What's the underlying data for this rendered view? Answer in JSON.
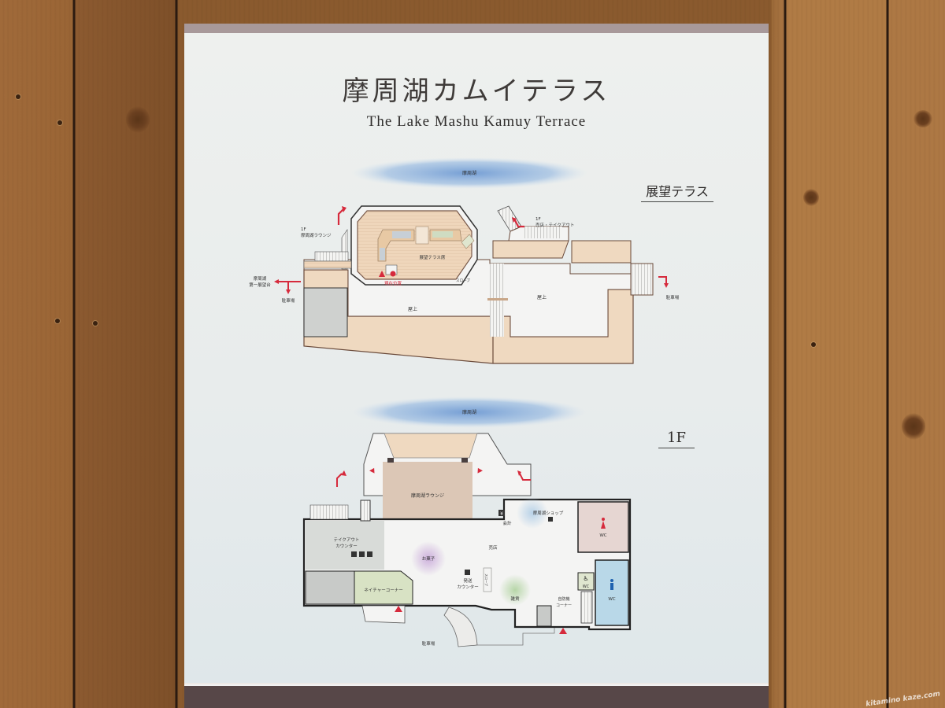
{
  "sign": {
    "title_jp": "摩周湖カムイテラス",
    "title_en": "The Lake Mashu Kamuy Terrace"
  },
  "terrace_floor": {
    "floor_label": "展望テラス",
    "lake_label": "摩周湖",
    "seating_label": "展望テラス席",
    "you_are_here": "現在位置",
    "slope": "スロープ",
    "rooftop_left": "屋上",
    "rooftop_right": "屋上",
    "exit_1f_lounge": {
      "floor": "1F",
      "name": "摩周湖ラウンジ"
    },
    "exit_1f_shop": {
      "floor": "1F",
      "name": "売店・テイクアウト"
    },
    "exit_observatory": {
      "line1": "摩周湖",
      "line2": "第一展望台"
    },
    "exit_parking_left": "駐車場",
    "exit_parking_right": "駐車場"
  },
  "first_floor": {
    "floor_label": "1F",
    "lake_label": "摩周湖",
    "lounge": "摩周湖ラウンジ",
    "shop": "摩周湖ショップ",
    "cashier": "会計",
    "store": "売店",
    "sweets": "お菓子",
    "shipping": {
      "line1": "発送",
      "line2": "カウンター"
    },
    "goods": "雑貨",
    "takeout": {
      "line1": "テイクアウト",
      "line2": "カウンター"
    },
    "nature_corner": "ネイチャーコーナー",
    "disaster_corner": {
      "line1": "自防機",
      "line2": "コーナー"
    },
    "slope": "スロープ",
    "wc_women": "WC",
    "wc_men": "WC",
    "wc_accessible": "WC",
    "parking": "駐車場",
    "yen_symbol": "¥"
  },
  "colors": {
    "floor_wood": "#efd9c0",
    "lounge": "#dcc7b6",
    "wall": "#2a2a2a",
    "outline": "#7a5a4a",
    "lake": "#7aa6d8",
    "marker_red": "#d62a3c",
    "wc_women_bg": "#e6d6d2",
    "wc_men_bg": "#b9d8e8",
    "nature_bg": "#d8e2c4",
    "gray_block": "#c9cbc9"
  },
  "watermark": "kitamino kaze.com"
}
